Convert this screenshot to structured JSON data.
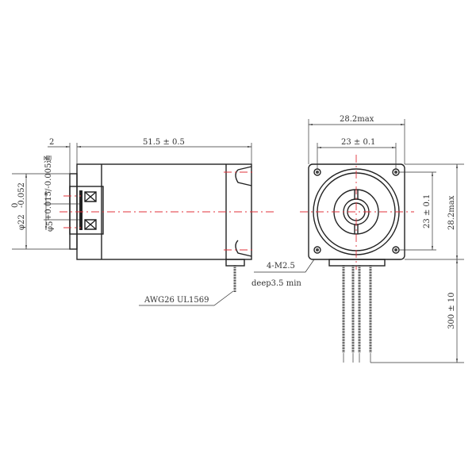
{
  "side_view": {
    "flange_width": "2",
    "body_length": "51.5 ± 0.5",
    "pilot_diameter": "φ22",
    "pilot_tol_upper": "0",
    "pilot_tol_lower": "-0.052",
    "bore_diameter": "φ5",
    "bore_tol": "+0.015/-0.005通",
    "wire_spec": "AWG26  UL1569"
  },
  "front_view": {
    "width_overall": "28.2max",
    "hole_spacing_h": "23 ± 0.1",
    "hole_spacing_v": "23 ± 0.1",
    "height_overall": "28.2max",
    "thread": "4-M2.5",
    "thread_depth": "deep3.5 min",
    "lead_length": "300 ± 10"
  },
  "colors": {
    "centerline": "#e0303a",
    "line": "#222222"
  }
}
